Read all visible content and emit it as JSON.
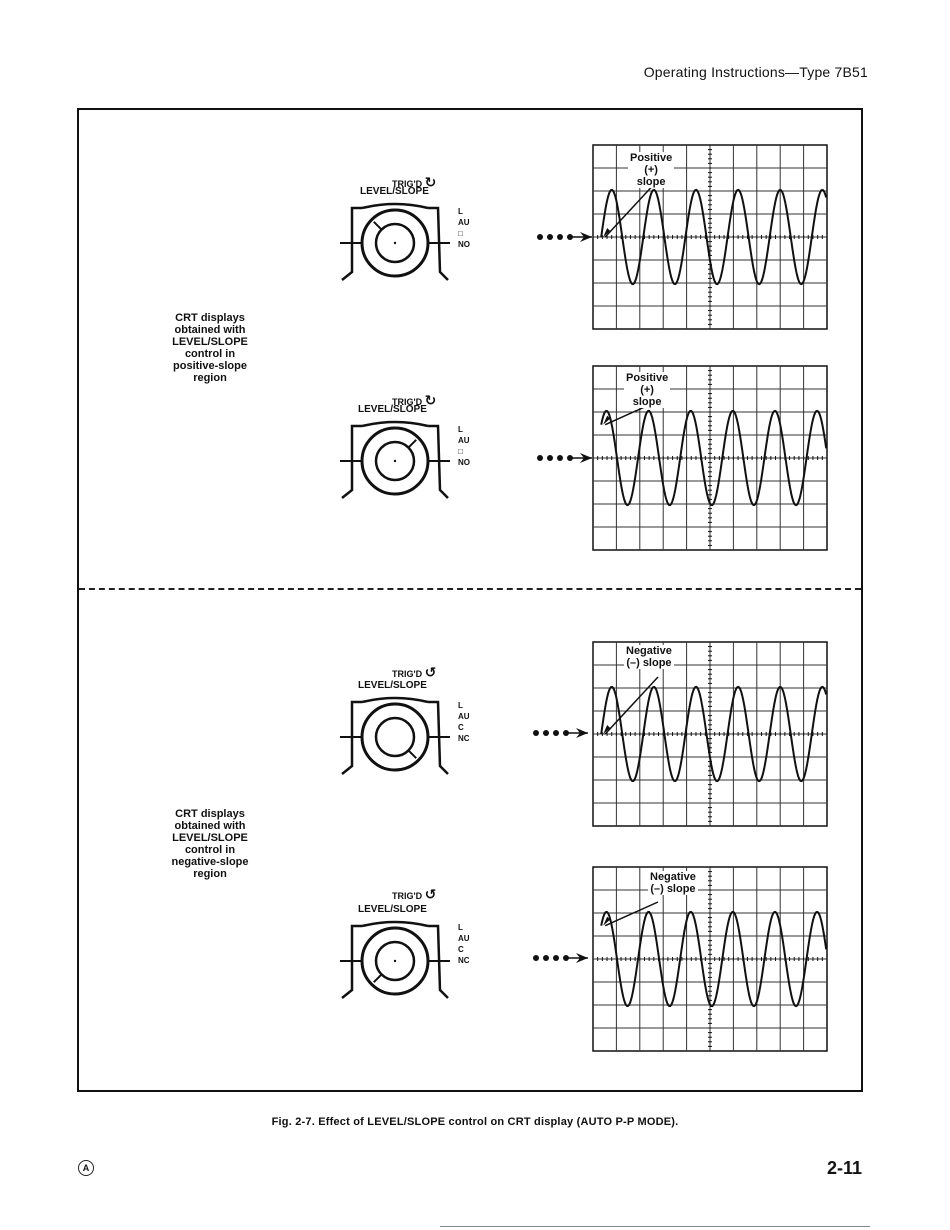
{
  "header": {
    "title": "Operating Instructions—Type 7B51"
  },
  "groups": [
    {
      "label_lines": [
        "CRT displays",
        "obtained with",
        "LEVEL/SLOPE",
        "control in",
        "positive-slope",
        "region"
      ]
    },
    {
      "label_lines": [
        "CRT displays",
        "obtained with",
        "LEVEL/SLOPE",
        "control in",
        "negative-slope",
        "region"
      ]
    }
  ],
  "panels": [
    {
      "knob": {
        "trigd_label": "TRIG'D",
        "control_label": "LEVEL/SLOPE",
        "side_marks": [
          "L",
          "AU",
          "□",
          "NO"
        ],
        "pointer_angle_deg": 225
      },
      "crt": {
        "note_lines": [
          "Positive",
          "(+) slope"
        ],
        "slope": "positive",
        "trigger_phase_deg": 0
      }
    },
    {
      "knob": {
        "trigd_label": "TRIG'D",
        "control_label": "LEVEL/SLOPE",
        "side_marks": [
          "L",
          "AU",
          "□",
          "NO"
        ],
        "pointer_angle_deg": 315
      },
      "crt": {
        "note_lines": [
          "Positive",
          "(+) slope"
        ],
        "slope": "positive",
        "trigger_phase_deg": 45
      }
    },
    {
      "knob": {
        "trigd_label": "TRIG'D",
        "control_label": "LEVEL/SLOPE",
        "side_marks": [
          "L",
          "AU",
          "C",
          "NC"
        ],
        "pointer_angle_deg": 45
      },
      "crt": {
        "note_lines": [
          "Negative",
          "(–) slope"
        ],
        "slope": "negative",
        "trigger_phase_deg": 180
      }
    },
    {
      "knob": {
        "trigd_label": "TRIG'D",
        "control_label": "LEVEL/SLOPE",
        "side_marks": [
          "L",
          "AU",
          "C",
          "NC"
        ],
        "pointer_angle_deg": 135
      },
      "crt": {
        "note_lines": [
          "Negative",
          "(–) slope"
        ],
        "slope": "negative",
        "trigger_phase_deg": 225
      }
    }
  ],
  "caption": "Fig. 2-7.  Effect of LEVEL/SLOPE control on CRT display (AUTO P-P MODE).",
  "footer": {
    "page_number": "2-11",
    "revision_mark": "A"
  }
}
